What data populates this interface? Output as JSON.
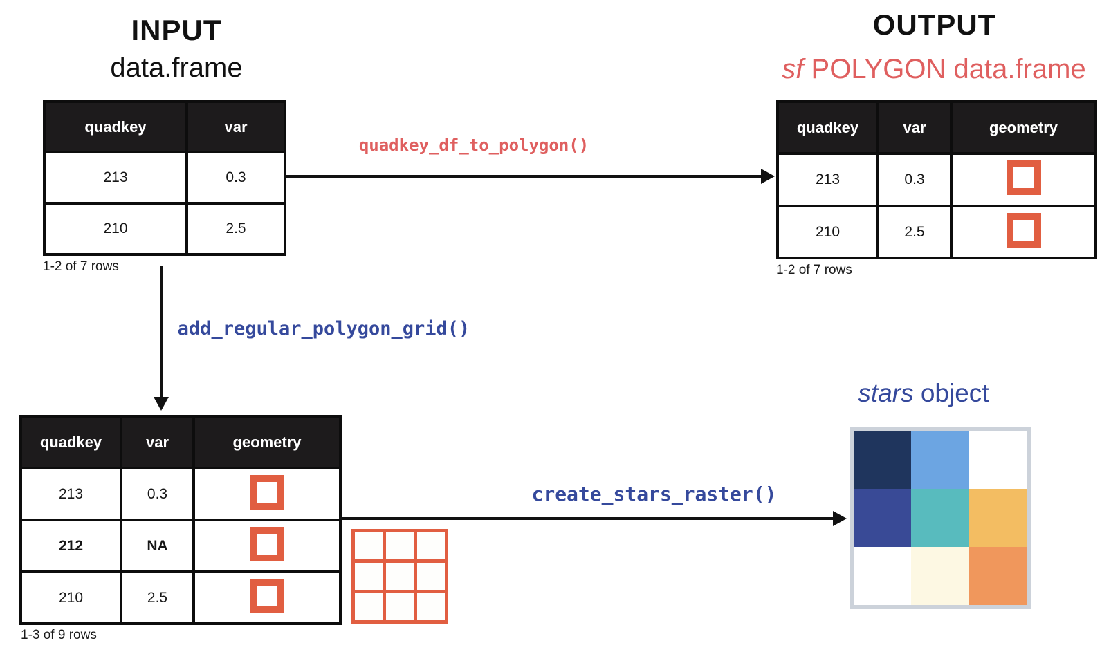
{
  "input": {
    "title": "INPUT",
    "subtitle": "data.frame",
    "table": {
      "headers": [
        "quadkey",
        "var"
      ],
      "rows": [
        [
          "213",
          "0.3"
        ],
        [
          "210",
          "2.5"
        ]
      ],
      "caption": "1-2 of 7 rows"
    }
  },
  "output": {
    "title": "OUTPUT",
    "subtitle_italic": "sf",
    "subtitle_rest": " POLYGON data.frame",
    "table": {
      "headers": [
        "quadkey",
        "var",
        "geometry"
      ],
      "rows": [
        [
          "213",
          "0.3"
        ],
        [
          "210",
          "2.5"
        ]
      ],
      "caption": "1-2 of 7 rows"
    }
  },
  "grid_step": {
    "table": {
      "headers": [
        "quadkey",
        "var",
        "geometry"
      ],
      "rows": [
        [
          "213",
          "0.3"
        ],
        [
          "212",
          "NA"
        ],
        [
          "210",
          "2.5"
        ]
      ],
      "bold_row_index": 1,
      "caption": "1-3 of 9 rows"
    }
  },
  "functions": {
    "to_polygon": "quadkey_df_to_polygon()",
    "add_grid": "add_regular_polygon_grid()",
    "create_raster": "create_stars_raster()"
  },
  "stars": {
    "title_italic": "stars",
    "title_rest": " object",
    "raster": {
      "type": "heatmap",
      "rows": 3,
      "cols": 3,
      "cell_colors": [
        [
          "#1F355D",
          "#6CA5E2",
          "#FFFFFF"
        ],
        [
          "#394A96",
          "#58BBBE",
          "#F3BD62"
        ],
        [
          "#FFFFFF",
          "#FDF8E3",
          "#F0975C"
        ]
      ]
    }
  },
  "icons": {
    "polygon_square": "orange outlined square (css box border)",
    "polygon_grid_3x3": "orange 3x3 grid of outlined squares (css grid)"
  },
  "colors": {
    "coral_text": "#DF5F5F",
    "blue_text": "#35499C",
    "icon_orange": "#E15E41",
    "table_header_bg": "#1D1B1C",
    "raster_frame": "#CCD2DA",
    "arrow": "#111111"
  }
}
